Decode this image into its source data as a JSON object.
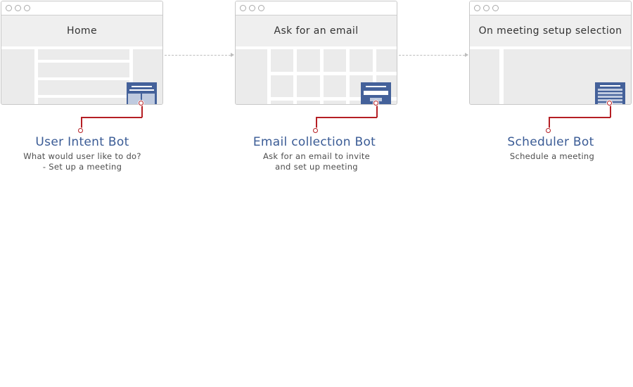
{
  "colors": {
    "accent_blue": "#3a5b95",
    "card_blue": "#44619a",
    "connector_red": "#b51f24",
    "window_gray": "#ebebeb"
  },
  "steps": [
    {
      "window_title": "Home",
      "bot_name": "User Intent Bot",
      "description_lines": [
        "What would user like to do?",
        "- Set up a meeting"
      ]
    },
    {
      "window_title": "Ask for an email",
      "bot_name": "Email collection Bot",
      "description_lines": [
        "Ask for an email to invite",
        "and set up meeting"
      ]
    },
    {
      "window_title": "On meeting setup selection",
      "bot_name": "Scheduler Bot",
      "description_lines": [
        "Schedule a meeting"
      ]
    }
  ]
}
